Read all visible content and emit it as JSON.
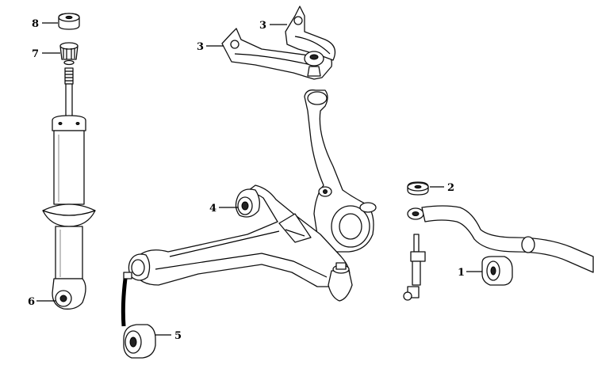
{
  "callouts": [
    {
      "id": "c1",
      "label": "1"
    },
    {
      "id": "c2",
      "label": "2"
    },
    {
      "id": "c3a",
      "label": "3"
    },
    {
      "id": "c3b",
      "label": "3"
    },
    {
      "id": "c4",
      "label": "4"
    },
    {
      "id": "c5",
      "label": "5"
    },
    {
      "id": "c6",
      "label": "6"
    },
    {
      "id": "c7",
      "label": "7"
    },
    {
      "id": "c8",
      "label": "8"
    }
  ]
}
